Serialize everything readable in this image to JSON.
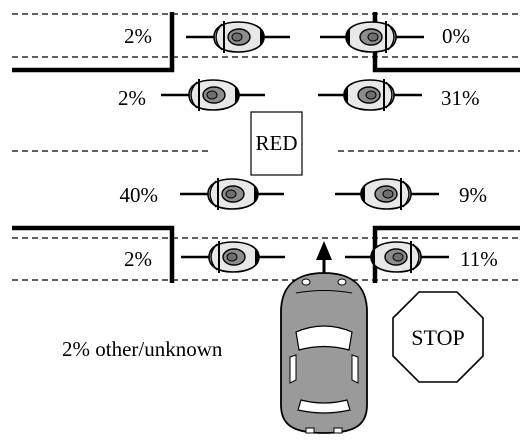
{
  "signal": {
    "label": "RED"
  },
  "stop_sign": {
    "label": "STOP"
  },
  "other_note": "2% other/unknown",
  "vehicle_paths": [
    {
      "id": "path-top-left",
      "percent": "2%"
    },
    {
      "id": "path-top-right",
      "percent": "0%"
    },
    {
      "id": "path-upper-left",
      "percent": "2%"
    },
    {
      "id": "path-upper-right",
      "percent": "31%"
    },
    {
      "id": "path-lower-left",
      "percent": "40%"
    },
    {
      "id": "path-lower-right",
      "percent": "9%"
    },
    {
      "id": "path-bottom-left",
      "percent": "2%"
    },
    {
      "id": "path-bottom-right",
      "percent": "11%"
    }
  ],
  "colors": {
    "ink": "#000000",
    "car_body": "#9a9a9a",
    "motorcycle_body": "#e8e8e8",
    "rider": "#8c8c8c",
    "background": "#ffffff"
  }
}
